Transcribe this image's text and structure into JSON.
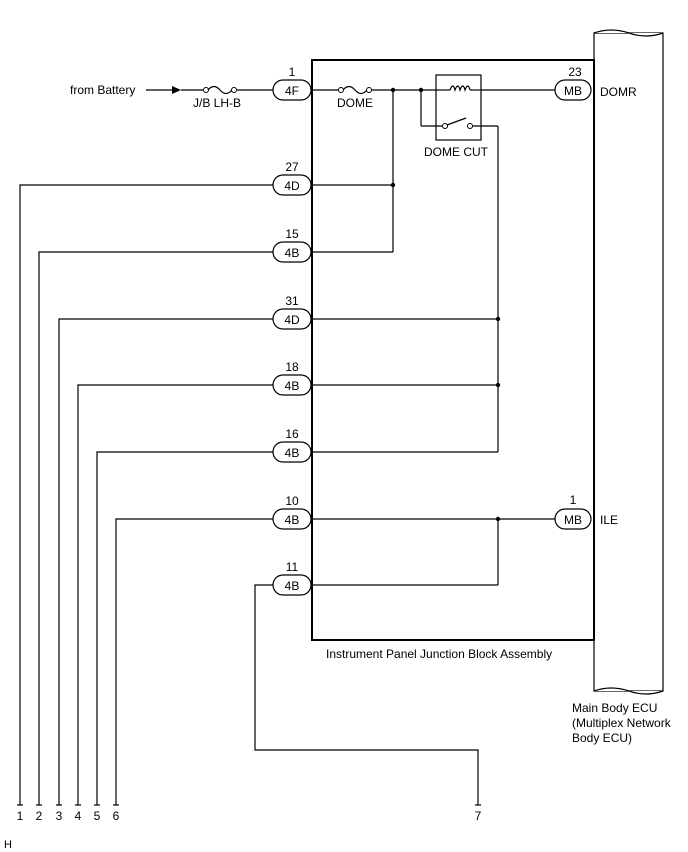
{
  "labels": {
    "from_battery": "from Battery",
    "jb_fuse": "J/B LH-B",
    "dome_fuse": "DOME",
    "dome_cut": "DOME CUT",
    "domr": "DOMR",
    "ile": "ILE",
    "ipjb": "Instrument Panel Junction Block Assembly",
    "ecu_line1": "Main Body ECU",
    "ecu_line2": "(Multiplex Network",
    "ecu_line3": "Body ECU)",
    "corner": "H"
  },
  "connectors": [
    {
      "id": "c-4f-1",
      "pin": "1",
      "code": "4F"
    },
    {
      "id": "c-4d-27",
      "pin": "27",
      "code": "4D"
    },
    {
      "id": "c-4b-15",
      "pin": "15",
      "code": "4B"
    },
    {
      "id": "c-4d-31",
      "pin": "31",
      "code": "4D"
    },
    {
      "id": "c-4b-18",
      "pin": "18",
      "code": "4B"
    },
    {
      "id": "c-4b-16",
      "pin": "16",
      "code": "4B"
    },
    {
      "id": "c-4b-10",
      "pin": "10",
      "code": "4B"
    },
    {
      "id": "c-4b-11",
      "pin": "11",
      "code": "4B"
    }
  ],
  "ecu_connectors": [
    {
      "id": "mb-23",
      "pin": "23",
      "code": "MB"
    },
    {
      "id": "mb-1",
      "pin": "1",
      "code": "MB"
    }
  ],
  "terminals": [
    "1",
    "2",
    "3",
    "4",
    "5",
    "6",
    "7"
  ]
}
